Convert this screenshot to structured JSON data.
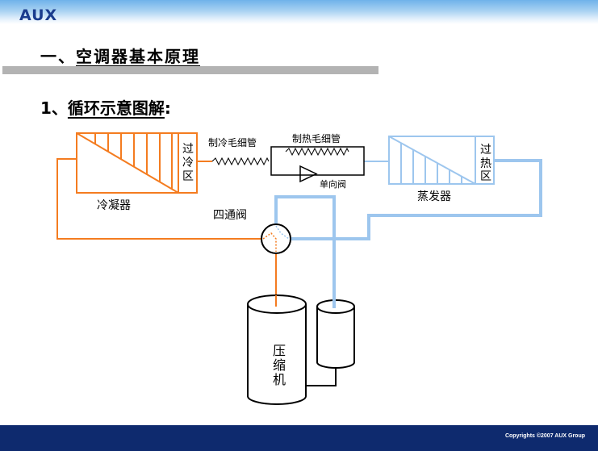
{
  "header": {
    "logo": "AUX"
  },
  "section_title": {
    "number": "一、",
    "text": "空调器基本原理"
  },
  "sub_title": {
    "number": "1、",
    "text": "循环示意图解",
    "suffix": ":"
  },
  "diagram": {
    "condenser_label": "冷凝器",
    "subcool_label": [
      "过",
      "冷",
      "区"
    ],
    "cooling_capillary_label": "制冷毛细管",
    "heating_capillary_label": "制热毛细管",
    "check_valve_label": "单向阀",
    "evaporator_label": "蒸发器",
    "superheat_label": [
      "过",
      "热",
      "区"
    ],
    "four_way_valve_label": "四通阀",
    "compressor_label": [
      "压",
      "缩",
      "机"
    ],
    "colors": {
      "hot": "#f47c20",
      "cold": "#9dc6ee",
      "structure": "#000000"
    }
  },
  "footer": {
    "copyright": "Copyrights ©2007  AUX Group"
  }
}
